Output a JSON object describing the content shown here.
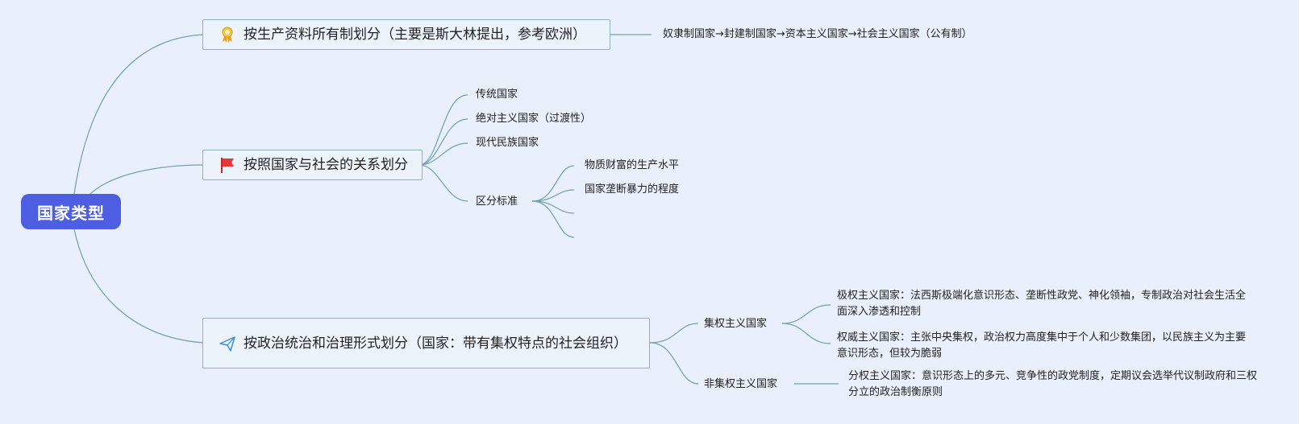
{
  "root": {
    "label": "国家类型"
  },
  "branches": [
    {
      "label": "按生产资料所有制划分（主要是斯大林提出，参考欧洲）",
      "icon": "award-ribbon-icon",
      "children": [
        {
          "label": "奴隶制国家→封建制国家→资本主义国家→社会主义国家（公有制）"
        }
      ]
    },
    {
      "label": "按照国家与社会的关系划分",
      "icon": "red-flag-icon",
      "children": [
        {
          "label": "传统国家"
        },
        {
          "label": "绝对主义国家（过渡性）"
        },
        {
          "label": "现代民族国家"
        },
        {
          "label": "区分标准",
          "children": [
            {
              "label": "物质财富的生产水平"
            },
            {
              "label": "国家垄断暴力的程度"
            },
            {
              "label": ""
            },
            {
              "label": ""
            }
          ]
        }
      ]
    },
    {
      "label": "按政治统治和治理形式划分（国家：带有集权特点的社会组织）",
      "icon": "paper-plane-icon",
      "children": [
        {
          "label": "集权主义国家",
          "children": [
            {
              "label": "极权主义国家：法西斯极端化意识形态、垄断性政党、神化领袖，专制政治对社会生活全面深入渗透和控制"
            },
            {
              "label": "权威主义国家：主张中央集权，政治权力高度集中于个人和少数集团，以民族主义为主要意识形态，但较为脆弱"
            }
          ]
        },
        {
          "label": "非集权主义国家",
          "children": [
            {
              "label": "分权主义国家：意识形态上的多元、竞争性的政党制度，定期议会选举代议制政府和三权分立的政治制衡原则"
            }
          ]
        }
      ]
    }
  ],
  "colors": {
    "root_bg": "#4d5ee3",
    "edge": "#6fa3aa",
    "node_border": "#8db4bd",
    "background": "#e9effb"
  }
}
